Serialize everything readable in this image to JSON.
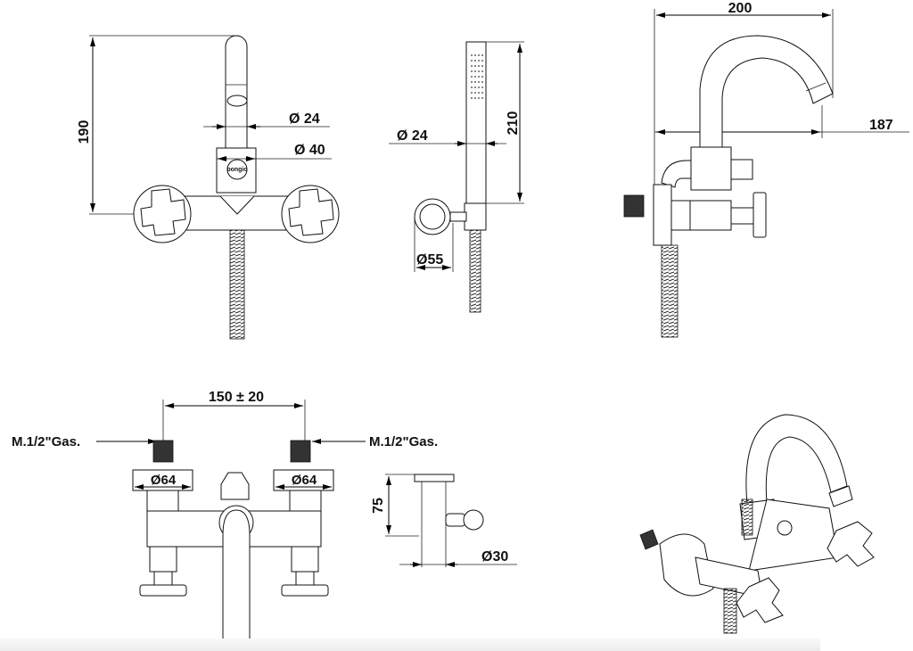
{
  "drawing": {
    "type": "technical-dimension-drawing",
    "subject": "wall-mounted bath/shower mixer with hand shower",
    "brand_badge": "bongio"
  },
  "views": {
    "front": {
      "height": "190",
      "spout_diameter": "Ø 24",
      "body_diameter": "Ø 40"
    },
    "hand_shower": {
      "length": "210",
      "diameter": "Ø 24",
      "holder_diameter": "Ø55"
    },
    "side": {
      "overall_depth": "200",
      "spout_reach": "187"
    },
    "top": {
      "center_distance": "150 ± 20",
      "inlet_left": "M.1/2\"Gas.",
      "inlet_right": "M.1/2\"Gas.",
      "escutcheon_left": "Ø64",
      "escutcheon_right": "Ø64"
    },
    "holder_detail": {
      "height": "75",
      "diameter": "Ø30"
    }
  },
  "colors": {
    "line": "#000000",
    "background": "#ffffff"
  }
}
